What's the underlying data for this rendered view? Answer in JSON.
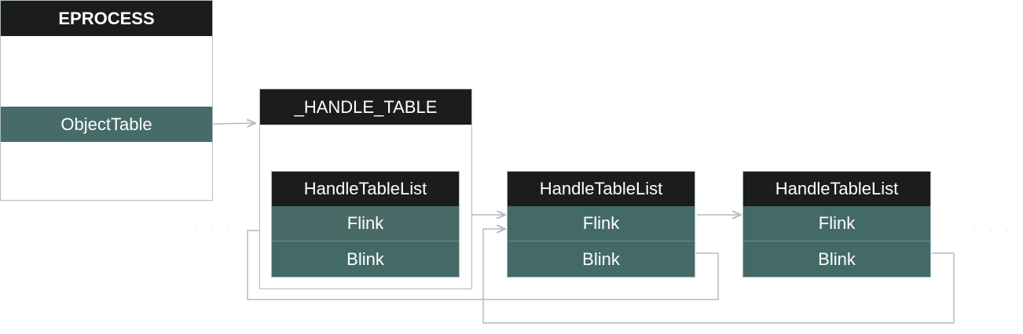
{
  "eprocess": {
    "title": "EPROCESS",
    "field": "ObjectTable"
  },
  "handle_table": {
    "title": "_HANDLE_TABLE"
  },
  "entries": [
    {
      "title": "HandleTableList",
      "flink": "Flink",
      "blink": "Blink"
    },
    {
      "title": "HandleTableList",
      "flink": "Flink",
      "blink": "Blink"
    },
    {
      "title": "HandleTableList",
      "flink": "Flink",
      "blink": "Blink"
    }
  ],
  "ellipsis_left": "· · ·",
  "ellipsis_right": "· · ·",
  "colors": {
    "header": "#1c1c1c",
    "field": "#436a67",
    "line": "#aebdc0"
  }
}
